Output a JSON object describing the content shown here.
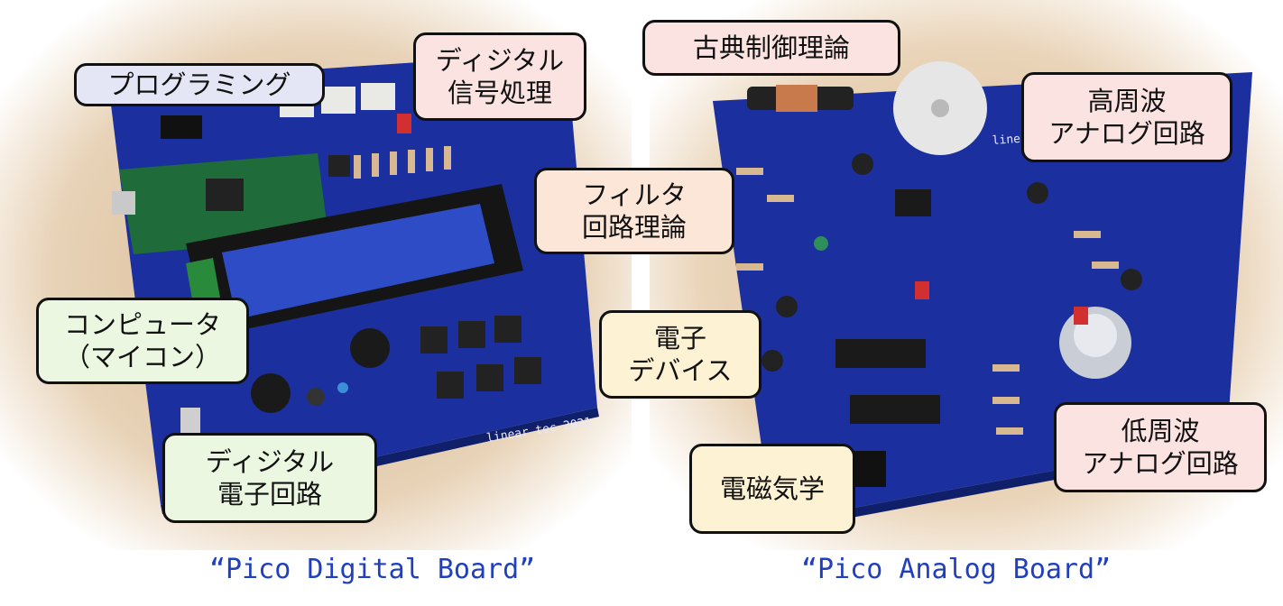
{
  "boards": [
    {
      "caption": "“Pico Digital Board”",
      "tone": "wood",
      "pcb_text": "linear tec 2021"
    },
    {
      "caption": "“Pico Analog Board”",
      "tone": "wood",
      "pcb_text": "linear tec"
    }
  ],
  "labels": {
    "programming": "プログラミング",
    "digital_signal": "ディジタル\n信号処理",
    "computer": "コンピュータ\n（マイコン）",
    "digital_circuit": "ディジタル\n電子回路",
    "classical_control": "古典制御理論",
    "hf_analog": "高周波\nアナログ回路",
    "filter_theory": "フィルタ\n回路理論",
    "electronic_devices": "電子\nデバイス",
    "lf_analog": "低周波\nアナログ回路",
    "electromagnetics": "電磁気学"
  },
  "colors": {
    "pcb": "#1a2f9c",
    "caption": "#1f3fbf",
    "label_blue": "#e4e6f6",
    "label_pink": "#fbe3e1",
    "label_peach": "#fbe6d8",
    "label_yellow": "#fdf2d3",
    "label_green": "#ebf7e1"
  }
}
